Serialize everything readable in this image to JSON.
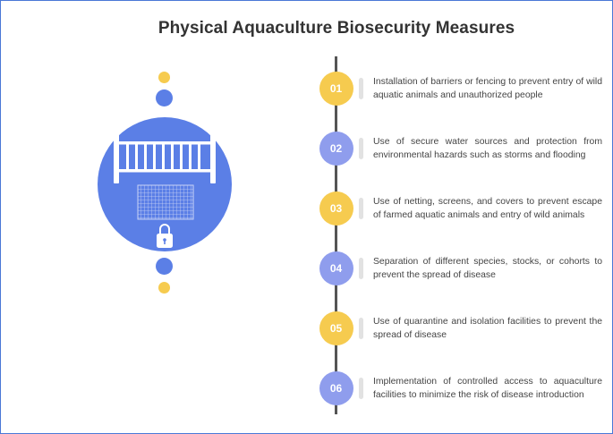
{
  "title": "Physical Aquaculture Biosecurity Measures",
  "colors": {
    "yellow": "#f6cb4f",
    "blue": "#5b7fe6",
    "step_blue": "#8f9ded",
    "line": "#555555",
    "frame": "#4a78d6"
  },
  "illustration": {
    "icons": [
      "fence-icon",
      "net-screen-icon",
      "padlock-icon"
    ]
  },
  "steps": [
    {
      "number": "01",
      "color": "yellow",
      "text": "Installation of barriers or fencing to prevent entry of wild aquatic animals and unauthorized people"
    },
    {
      "number": "02",
      "color": "blue",
      "text": "Use of secure water sources and protection from environmental hazards such as storms and flooding"
    },
    {
      "number": "03",
      "color": "yellow",
      "text": "Use of netting, screens, and covers to prevent escape of farmed aquatic animals and entry of wild animals"
    },
    {
      "number": "04",
      "color": "blue",
      "text": "Separation of different species, stocks, or cohorts to prevent the spread of disease"
    },
    {
      "number": "05",
      "color": "yellow",
      "text": "Use of quarantine and isolation facilities to prevent the spread of disease"
    },
    {
      "number": "06",
      "color": "blue",
      "text": "Implementation of controlled access to aquaculture facilities to minimize the risk of disease introduction"
    }
  ]
}
